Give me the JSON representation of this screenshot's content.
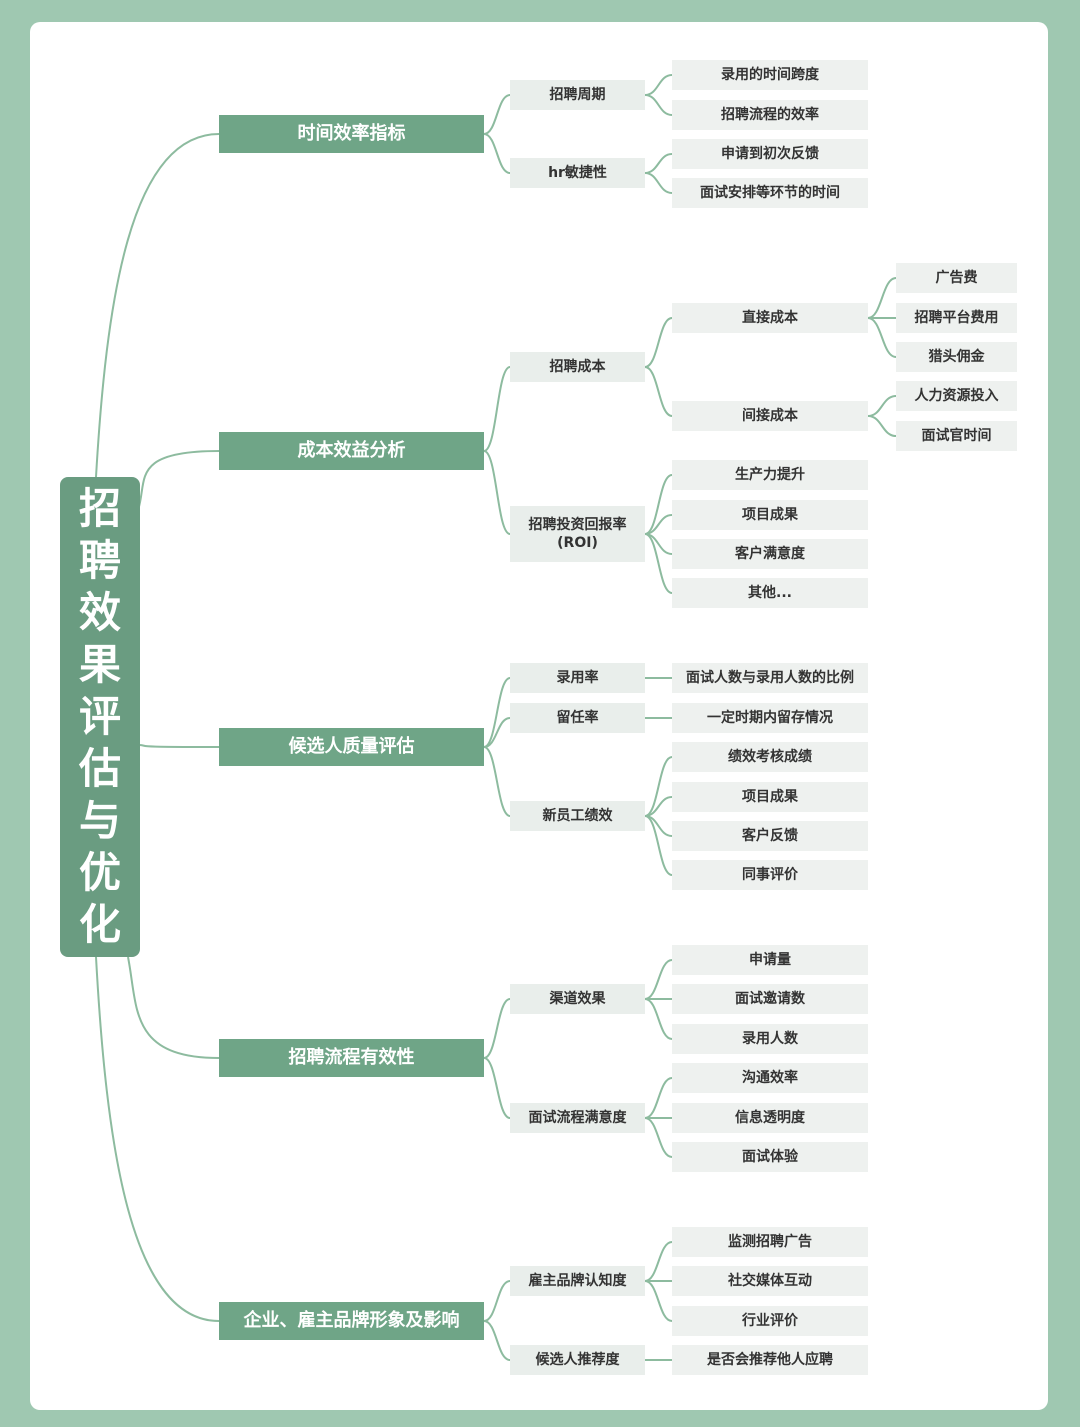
{
  "root": "招聘效果评估与优化",
  "branches": [
    {
      "label": "时间效率指标",
      "children": [
        {
          "label": "招聘周期",
          "children": [
            {
              "label": "录用的时间跨度"
            },
            {
              "label": "招聘流程的效率"
            }
          ]
        },
        {
          "label": "hr敏捷性",
          "children": [
            {
              "label": "申请到初次反馈"
            },
            {
              "label": "面试安排等环节的时间"
            }
          ]
        }
      ]
    },
    {
      "label": "成本效益分析",
      "children": [
        {
          "label": "招聘成本",
          "children": [
            {
              "label": "直接成本",
              "children": [
                {
                  "label": "广告费"
                },
                {
                  "label": "招聘平台费用"
                },
                {
                  "label": "猎头佣金"
                }
              ]
            },
            {
              "label": "间接成本",
              "children": [
                {
                  "label": "人力资源投入"
                },
                {
                  "label": "面试官时间"
                }
              ]
            }
          ]
        },
        {
          "label": "招聘投资回报率\n(ROI)",
          "children": [
            {
              "label": "生产力提升"
            },
            {
              "label": "项目成果"
            },
            {
              "label": "客户满意度"
            },
            {
              "label": "其他..."
            }
          ]
        }
      ]
    },
    {
      "label": "候选人质量评估",
      "children": [
        {
          "label": "录用率",
          "children": [
            {
              "label": "面试人数与录用人数的比例"
            }
          ]
        },
        {
          "label": "留任率",
          "children": [
            {
              "label": "一定时期内留存情况"
            }
          ]
        },
        {
          "label": "新员工绩效",
          "children": [
            {
              "label": "绩效考核成绩"
            },
            {
              "label": "项目成果"
            },
            {
              "label": "客户反馈"
            },
            {
              "label": "同事评价"
            }
          ]
        }
      ]
    },
    {
      "label": "招聘流程有效性",
      "children": [
        {
          "label": "渠道效果",
          "children": [
            {
              "label": "申请量"
            },
            {
              "label": "面试邀请数"
            },
            {
              "label": "录用人数"
            }
          ]
        },
        {
          "label": "面试流程满意度",
          "children": [
            {
              "label": "沟通效率"
            },
            {
              "label": "信息透明度"
            },
            {
              "label": "面试体验"
            }
          ]
        }
      ]
    },
    {
      "label": "企业、雇主品牌形象及影响",
      "children": [
        {
          "label": "雇主品牌认知度",
          "children": [
            {
              "label": "监测招聘广告"
            },
            {
              "label": "社交媒体互动"
            },
            {
              "label": "行业评价"
            }
          ]
        },
        {
          "label": "候选人推荐度",
          "children": [
            {
              "label": "是否会推荐他人应聘"
            }
          ]
        }
      ]
    }
  ],
  "colors": {
    "background": "#9fc8b1",
    "root_fill": "#6a9c81",
    "branch_fill": "#6fa587",
    "leaf_fill": "#eef1ef",
    "connector": "#8dbb9f"
  }
}
